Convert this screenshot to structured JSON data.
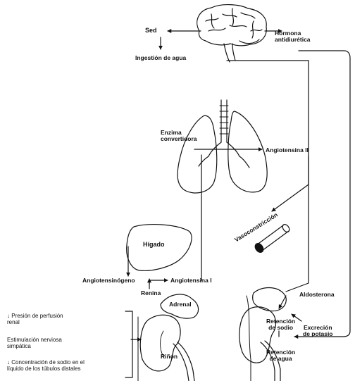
{
  "labels": {
    "sed": "Sed",
    "ingestion_agua": "Ingestión de agua",
    "hormona_antidiuretica": "Hormona\nantidiurética",
    "enzima_convertidora": "Enzima\nconvertidora",
    "angiotensina_ii": "Angiotensina II",
    "vasoconstriccion": "Vasoconstricción",
    "higado": "Hígado",
    "angiotensinogeno": "Angiotensinógeno",
    "angiotensina_i": "Angiotensina I",
    "renina": "Renina",
    "adrenal": "Adrenal",
    "aldosterona": "Aldosterona",
    "retencion_sodio": "Retención\nde sodio",
    "excrecion_potasio": "Excreción\nde potasio",
    "retencion_agua": "Retención\nde agua",
    "rinon": "Riñón"
  },
  "stimuli": {
    "presion_perfusion": "Presión de perfusión\nrenal",
    "estimulacion_simpatica": "Estimulación nerviosa\nsimpática",
    "concentracion_sodio": "Concentración de sodio en el\nlíquido de los túbulos distales"
  },
  "style": {
    "ink": "#111111",
    "paper": "#ffffff"
  }
}
